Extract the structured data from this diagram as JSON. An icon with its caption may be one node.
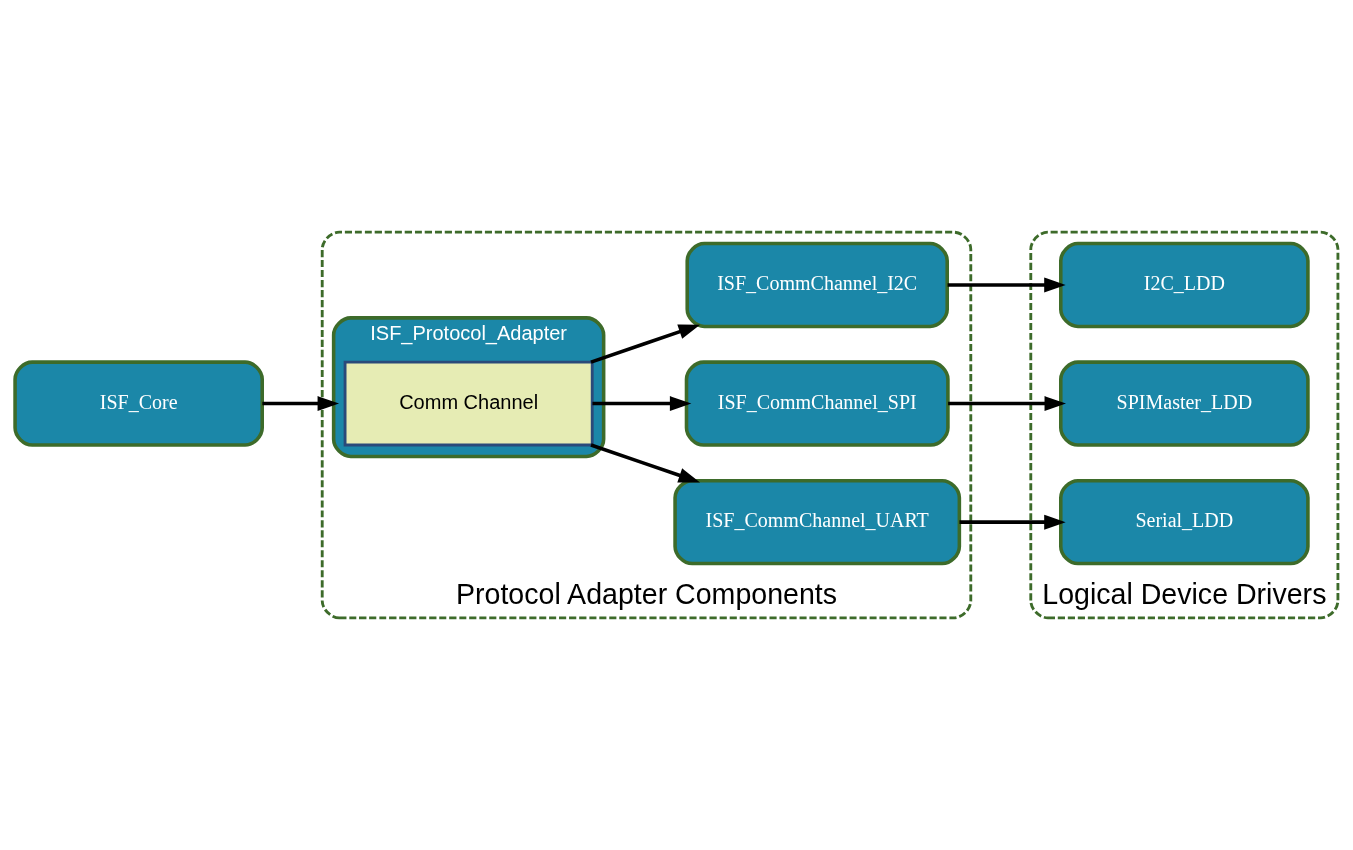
{
  "diagram": {
    "nodes": [
      {
        "text": [
          "ISF_Core"
        ]
      },
      {
        "text": [
          "Protocol Adapter Components"
        ]
      },
      {
        "text": [
          "ISF_Protocol_Adapter"
        ],
        "in": 1
      },
      {
        "text": [
          "Comm Channel"
        ],
        "in": 2
      },
      {
        "text": [
          "ISF_CommChannel_UART"
        ],
        "in": 1
      },
      {
        "text": [
          "ISF_CommChannel_SPI"
        ],
        "in": 1
      },
      {
        "text": [
          "ISF_CommChannel_I2C"
        ],
        "in": 1
      },
      {
        "text": [
          "Logical Device Drivers"
        ]
      },
      {
        "text": [
          "Serial_LDD"
        ],
        "in": 7
      },
      {
        "text": [
          "SPIMaster_LDD"
        ],
        "in": 7
      },
      {
        "text": [
          "I2C_LDD"
        ],
        "in": 7
      }
    ],
    "edges": [
      {
        "from": 0,
        "to": 2,
        "arrow": "to"
      },
      {
        "from": 3,
        "to": 4,
        "arrow": "to"
      },
      {
        "from": 3,
        "to": 5,
        "arrow": "to"
      },
      {
        "from": 3,
        "to": 6,
        "arrow": "to"
      },
      {
        "from": 4,
        "to": 8,
        "arrow": "to"
      },
      {
        "from": 5,
        "to": 9,
        "arrow": "to"
      },
      {
        "from": 6,
        "to": 10,
        "arrow": "to"
      }
    ]
  }
}
